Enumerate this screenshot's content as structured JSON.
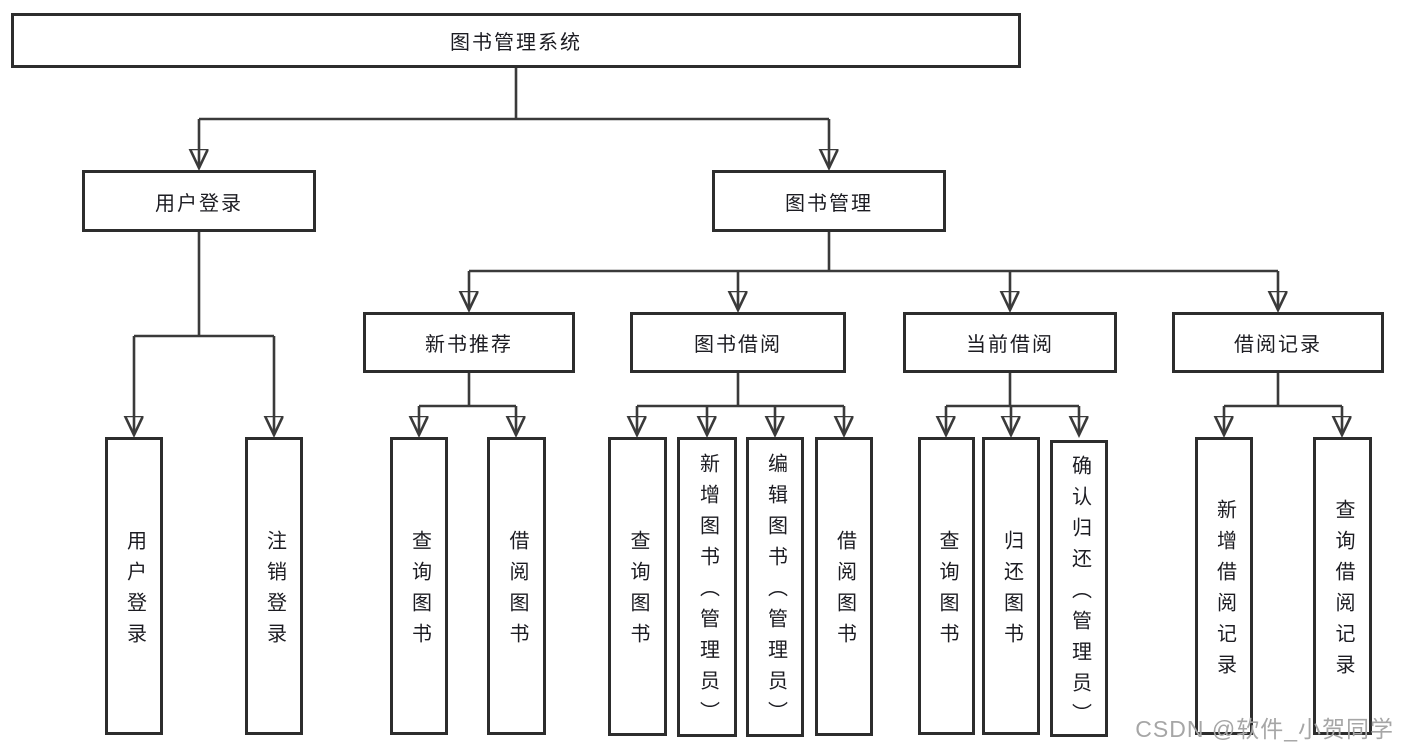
{
  "tree": {
    "root": {
      "label": "图书管理系统",
      "children": [
        {
          "label": "用户登录",
          "children": [
            {
              "label": "用户登录"
            },
            {
              "label": "注销登录"
            }
          ]
        },
        {
          "label": "图书管理",
          "children": [
            {
              "label": "新书推荐",
              "children": [
                {
                  "label": "查询图书"
                },
                {
                  "label": "借阅图书"
                }
              ]
            },
            {
              "label": "图书借阅",
              "children": [
                {
                  "label": "查询图书"
                },
                {
                  "label": "新增图书（管理员）"
                },
                {
                  "label": "编辑图书（管理员）"
                },
                {
                  "label": "借阅图书"
                }
              ]
            },
            {
              "label": "当前借阅",
              "children": [
                {
                  "label": "查询图书"
                },
                {
                  "label": "归还图书"
                },
                {
                  "label": "确认归还（管理员）"
                }
              ]
            },
            {
              "label": "借阅记录",
              "children": [
                {
                  "label": "新增借阅记录"
                },
                {
                  "label": "查询借阅记录"
                }
              ]
            }
          ]
        }
      ]
    }
  },
  "watermark": {
    "text": "CSDN @软件_小贺同学"
  },
  "colors": {
    "line": "#3a3a3a",
    "box_border": "#2d2d2d",
    "text": "#1c1c22",
    "watermark": "#a6a6a6",
    "background": "#ffffff"
  }
}
